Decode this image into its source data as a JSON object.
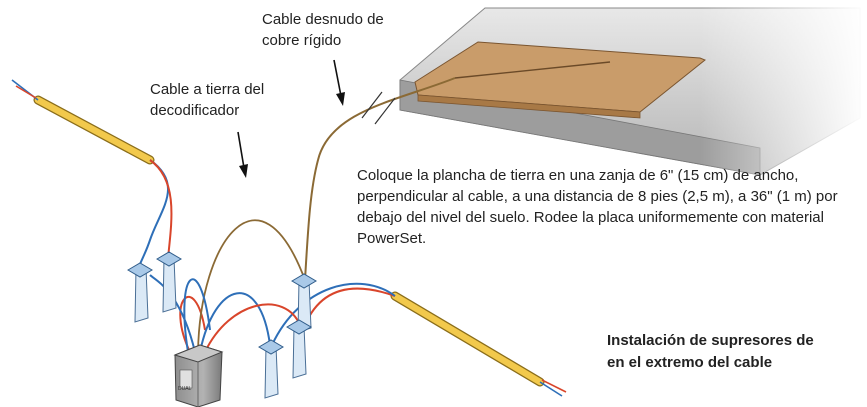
{
  "labels": {
    "bare_copper_wire": "Cable desnudo de\ncobre rígido",
    "decoder_ground_wire": "Cable a tierra del\ndecodificador",
    "instructions": "Coloque la plancha de tierra en una zanja de 6\" (15 cm) de ancho, perpendicular al cable, a una distancia de 8 pies (2,5 m), a 36\" (1 m) por debajo del nivel del suelo. Rodee la placa uniformemente con material PowerSet."
  },
  "title": {
    "line1": "Instalación de supresores de",
    "line2": "en el extremo del cable"
  },
  "decoder_badge": "DUAL",
  "colors": {
    "cable_jacket": "#f2c94c",
    "cable_outline": "#8a6d1a",
    "wire_red": "#d9452b",
    "wire_blue": "#2e6fb8",
    "ground_wire": "#8b6a35",
    "connector_body": "#a9c9e8",
    "connector_tape": "#dbe9f6",
    "ground_plate": "#c99c6a",
    "trench": "#bfbfbf",
    "decoder_box": "#9a9a9a"
  },
  "icons": [
    "arrow-down-icon",
    "break-mark-icon",
    "wire-connector-icon",
    "ground-plate-icon",
    "decoder-icon"
  ]
}
